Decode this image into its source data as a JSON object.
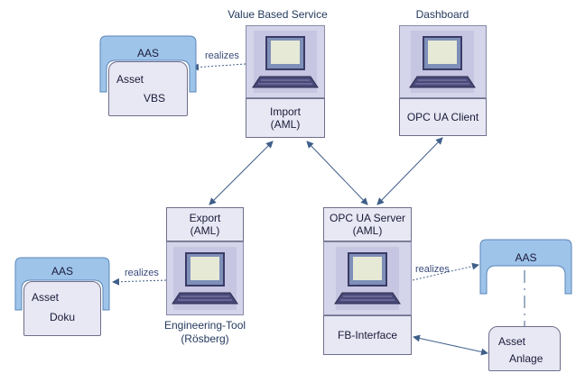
{
  "captions": {
    "vbs_title": "Value Based Service",
    "dashboard_title": "Dashboard",
    "engineering_tool_line1": "Engineering-Tool",
    "engineering_tool_line2": "(Rösberg)"
  },
  "boxes": {
    "import_line1": "Import",
    "import_line2": "(AML)",
    "opcua_client": "OPC UA Client",
    "export_line1": "Export",
    "export_line2": "(AML)",
    "opcua_server_line1": "OPC UA Server",
    "opcua_server_line2": "(AML)",
    "fb_interface": "FB-Interface"
  },
  "aas_groups": {
    "top_left": {
      "title": "AAS",
      "asset_label": "Asset",
      "asset_name": "VBS"
    },
    "bottom_left": {
      "title": "AAS",
      "asset_label": "Asset",
      "asset_name": "Doku"
    },
    "right": {
      "title": "AAS",
      "asset_label": "Asset",
      "asset_name": "Anlage"
    }
  },
  "relations": {
    "realizes": "realizes"
  },
  "colors": {
    "aas_fill": "#9fc4ea",
    "aas_border": "#5a86b8",
    "connector": "#3f5f8a"
  }
}
